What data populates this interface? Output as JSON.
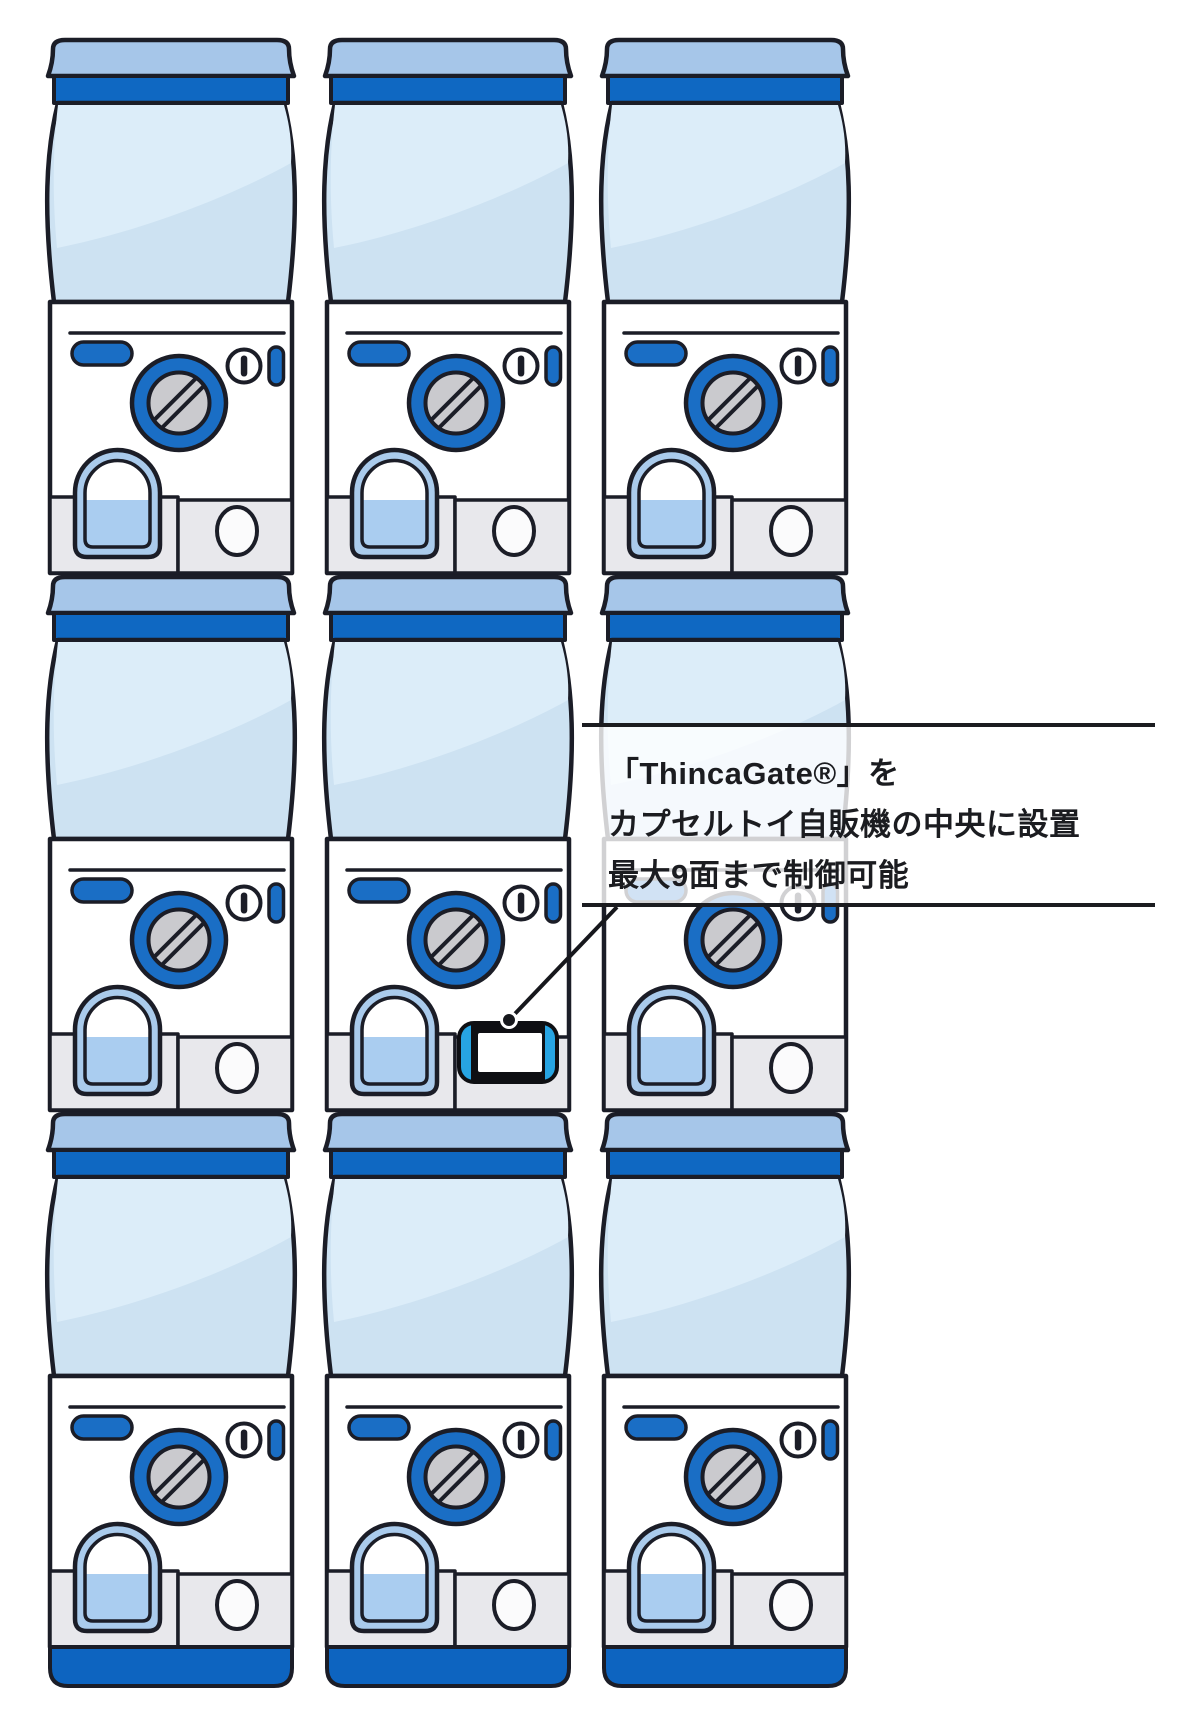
{
  "figure": {
    "background": "#ffffff",
    "grid": {
      "rows": 3,
      "cols": 3,
      "machine_count": 9
    },
    "machine": {
      "kind": "capsule-toy-vending-machine",
      "colors": {
        "outline": "#1b1d27",
        "cap": "#a6c6e9",
        "band": "#0f68c2",
        "dome": "#cde2f2",
        "dome_highlight": "#dcedf9",
        "body": "#ffffff",
        "accent": "#1a6ec5",
        "dial_inner": "#cacace",
        "tray": "#e8e8ec",
        "outlet_rim": "#aacbec",
        "outlet_fill": "#aacdf0",
        "lock_oval": "#fbfbfc",
        "base": "#0d64c0"
      }
    },
    "device": {
      "label": "ThincaGate",
      "grid_position": {
        "row": 2,
        "col": 2
      },
      "colors": {
        "body": "#0e0f13",
        "side_glow": "#27a4e2",
        "screen": "#ffffff"
      }
    },
    "callout": {
      "lines": [
        "「ThincaGate®」を",
        "カプセルトイ自販機の中央に設置",
        "最大9面まで制御可能"
      ],
      "text_color": "#1b1c20",
      "border_color": "#1b1c20",
      "background": "rgba(255,255,255,0.80)",
      "leader_color": "#16171c"
    }
  }
}
